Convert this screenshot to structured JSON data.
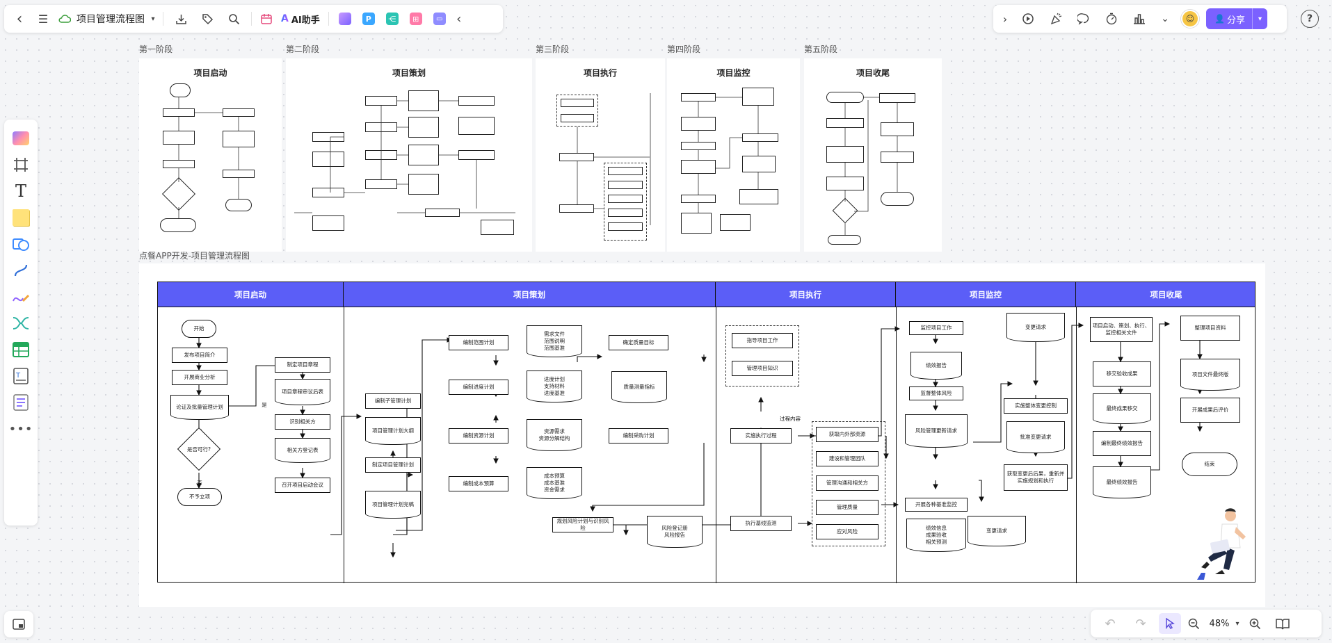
{
  "topbar": {
    "back": "‹",
    "menu": "☰",
    "doc_title": "项目管理流程图",
    "ai_label": "AI助手",
    "collapse": "‹"
  },
  "rightbar": {
    "expand": "›",
    "share": "分享",
    "help": "?"
  },
  "stage_labels": [
    "第一阶段",
    "第二阶段",
    "第三阶段",
    "第四阶段",
    "第五阶段"
  ],
  "top_titles": [
    "项目启动",
    "项目策划",
    "项目执行",
    "项目监控",
    "项目收尾"
  ],
  "main_caption": "点餐APP开发-项目管理流程图",
  "lanes": [
    "项目启动",
    "项目策划",
    "项目执行",
    "项目监控",
    "项目收尾"
  ],
  "initiation": {
    "start": "开始",
    "n1": "发布项目简介",
    "n2": "开展商业分析",
    "n3": "论证及批量管理计划",
    "decision": "是否可行?",
    "yes": "是",
    "no": "否",
    "reject": "不予立项",
    "m1": "制定项目章程",
    "m2": "项目章程审议后表",
    "m3": "识别相关方",
    "m4": "相关方登记表",
    "m5": "召开项目启动会议"
  },
  "planning": {
    "p1": "编制子管理计划",
    "p2": "项目管理计划大纲",
    "p3": "制定项目管理计划",
    "p4": "项目管理计划完稿",
    "q1": "编制范围计划",
    "q2": "编制进度计划",
    "q3": "编制资源计划",
    "q4": "编制成本预算",
    "r1": "需求文件\n范围说明\n范围基准",
    "r2": "进度计划\n支持材料\n进度基准",
    "r3": "资源需求\n资源分解结构",
    "r4": "成本预算\n成本基准\n资金需求",
    "s1": "确定质量目标",
    "s2": "质量测量指标",
    "s3": "编制采购计划",
    "risk": "规划风险计划与识别风险",
    "risk_doc": "风险登记册\n风险报告"
  },
  "execution": {
    "e1": "指导项目工作",
    "e2": "管理项目知识",
    "loop": "过程内容",
    "e3": "实施执行过程",
    "e4": "执行基线监测",
    "t1": "获取内外部资源",
    "t2": "建设和管理团队",
    "t3": "管理沟通和相关方",
    "t4": "管理质量",
    "t5": "应对风险"
  },
  "monitoring": {
    "m1": "监控项目工作",
    "m2": "绩效报告",
    "m3": "监督整体风险",
    "m4": "风险管理更新请求",
    "m5": "开展各种基准监控",
    "m6": "绩效信息\n成果验收\n相关预测",
    "c1": "变更请求",
    "c2": "实施整体变更控制",
    "c3": "批准变更请求",
    "c4": "获取变更后后果，重新并实施规划和执行",
    "c5": "变更请求"
  },
  "closing": {
    "a1": "项目启动、策划、执行、监控相关文件",
    "a2": "移交验收成果",
    "a3": "最终成果移交",
    "a4": "编制最终绩效报告",
    "a5": "最终绩效报告",
    "b1": "整理项目资料",
    "b2": "项目文件最终版",
    "b3": "开展成果后评价",
    "end": "结束"
  },
  "zoom": {
    "value": "48%"
  },
  "colors": {
    "accent": "#7b61ff",
    "header": "#5b5ef7",
    "share_bg": "#7b61ff"
  }
}
